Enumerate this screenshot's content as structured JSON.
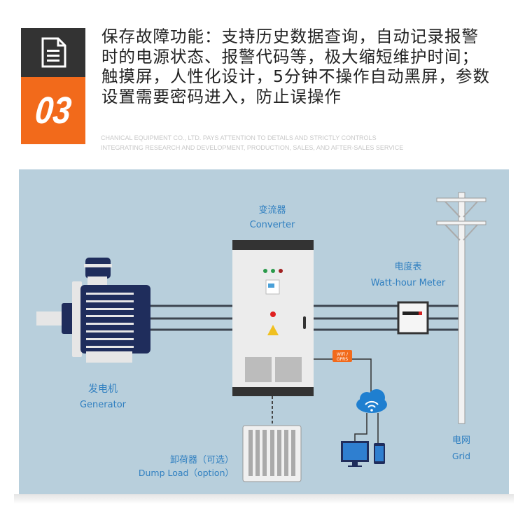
{
  "header": {
    "number": "03",
    "icon": "document-icon",
    "description": "保存故障功能：支持历史数据查询，自动记录报警时的电源状态、报警代码等，极大缩短维护时间；触摸屏，人性化设计，5分钟不操作自动黑屏，参数设置需要密码进入，防止误操作",
    "english_line1": "CHANICAL EQUIPMENT CO., LTD. PAYS ATTENTION TO DETAILS AND STRICTLY CONTROLS",
    "english_line2": "INTEGRATING RESEARCH AND DEVELOPMENT, PRODUCTION, SALES, AND AFTER-SALES SERVICE",
    "accent_color": "#f26a1b"
  },
  "diagram": {
    "background": "#b8cfdc",
    "converter": {
      "zh": "变流器",
      "en": "Converter"
    },
    "meter": {
      "zh": "电度表",
      "en": "Watt-hour Meter"
    },
    "generator": {
      "zh": "发电机",
      "en": "Generator"
    },
    "dump_load": {
      "zh": "卸荷器（可选）",
      "en": "Dump Load（option）"
    },
    "grid": {
      "zh": "电网",
      "en": "Grid"
    },
    "wifi_badge": {
      "line1": "WiFi /",
      "line2": "GPRS"
    }
  }
}
